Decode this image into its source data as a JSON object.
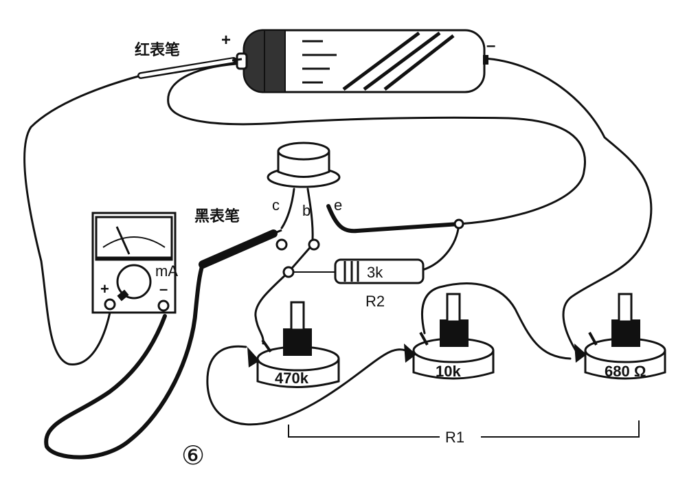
{
  "labels": {
    "red_probe": "红表笔",
    "black_probe": "黑表笔",
    "battery_plus": "+",
    "battery_minus": "–",
    "meter_unit": "mA",
    "meter_plus": "+",
    "meter_minus": "–",
    "pin_c": "c",
    "pin_b": "b",
    "pin_e": "e",
    "resistor_value": "3k",
    "resistor_name": "R2",
    "pot1_value": "470k",
    "pot2_value": "10k",
    "pot3_value": "680 Ω",
    "pots_group": "R1",
    "figure_number": "⑥"
  }
}
